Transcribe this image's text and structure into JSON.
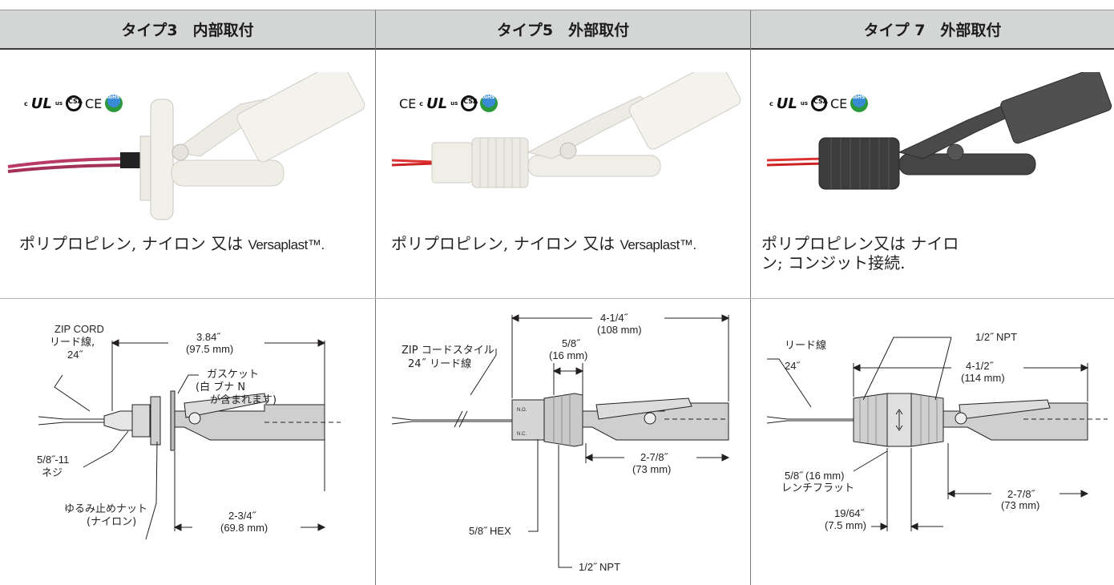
{
  "columns": [
    {
      "header": "タイプ3　内部取付",
      "certs": [
        "c",
        "UL",
        "us",
        "CSA",
        "CE",
        "RoHS"
      ],
      "description_jp": "ポリプロピレン, ナイロン 又は ",
      "description_brand": "Versaplast™.",
      "dims": {
        "lead_label_1": "ZIP CORD",
        "lead_label_2": "リード線,",
        "lead_label_3": "24˝",
        "length": "3.84˝",
        "length_mm": "(97.5 mm)",
        "gasket_1": "ガスケット",
        "gasket_2": "(白 ブナ N",
        "gasket_3": "が含まれます)",
        "thread_1": "5/8˝-11",
        "thread_2": "ネジ",
        "nut_1": "ゆるみ止めナット",
        "nut_2": "(ナイロン)",
        "float": "2-3/4˝",
        "float_mm": "(69.8 mm)"
      }
    },
    {
      "header": "タイプ5　外部取付",
      "certs": [
        "CE",
        "c",
        "UL",
        "us",
        "CSA",
        "RoHS"
      ],
      "description_jp": "ポリプロピレン, ナイロン 又は ",
      "description_brand": "Versaplast™.",
      "dims": {
        "overall": "4-1/4˝",
        "overall_mm": "(108 mm)",
        "lead_1": "ZIP コードスタイル",
        "lead_2": "24˝ リード線",
        "hex_w": "5/8˝",
        "hex_w_mm": "(16 mm)",
        "no": "N.O.",
        "nc": "N.C.",
        "float": "2-7/8˝",
        "float_mm": "(73 mm)",
        "hex": "5/8˝ HEX",
        "npt": "1/2˝ NPT"
      }
    },
    {
      "header": "タイプ 7　外部取付",
      "certs": [
        "c",
        "UL",
        "us",
        "CSA",
        "CE",
        "RoHS"
      ],
      "description_line1": "ポリプロピレン又は ナイロ",
      "description_line2": "ン; コンジット接続.",
      "dims": {
        "lead_1": "リード線",
        "lead_2": "24˝",
        "npt": "1/2˝ NPT",
        "overall": "4-1/2˝",
        "overall_mm": "(114 mm)",
        "wrench_1": "5/8˝ (16 mm)",
        "wrench_2": "レンチフラット",
        "flat": "19/64˝",
        "flat_mm": "(7.5 mm)",
        "float": "2-7/8˝",
        "float_mm": "(73 mm)"
      }
    }
  ]
}
